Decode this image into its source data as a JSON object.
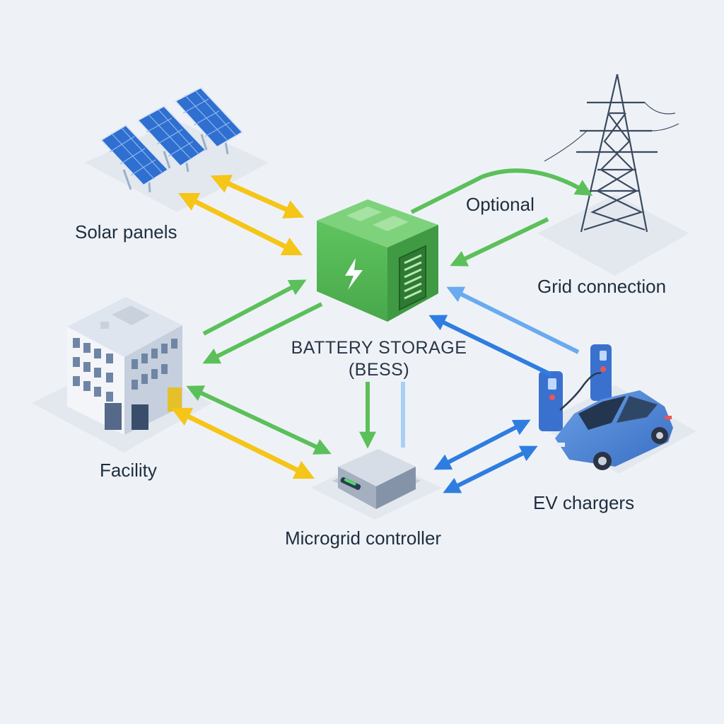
{
  "components": {
    "solar": {
      "label": "Solar panels"
    },
    "battery": {
      "line1": "BATTERY STORAGE",
      "line2": "(BESS)"
    },
    "grid": {
      "label": "Grid connection",
      "optional_label": "Optional"
    },
    "facility": {
      "label": "Facility"
    },
    "ev": {
      "label": "EV chargers"
    },
    "controller": {
      "label": "Microgrid controller"
    }
  },
  "colors": {
    "background": "#eef2f7",
    "solar_flow": "#f5c518",
    "storage_flow": "#5cc05a",
    "ev_flow": "#2f7de0",
    "battery_body": "#55b956",
    "solar_panel": "#2f6fd0",
    "car": "#4a86d8",
    "text": "#1f2d3d"
  },
  "icons": [
    "solar-panel-icon",
    "battery-icon",
    "lightning-icon",
    "power-tower-icon",
    "building-icon",
    "ev-charger-icon",
    "car-icon",
    "controller-icon"
  ]
}
